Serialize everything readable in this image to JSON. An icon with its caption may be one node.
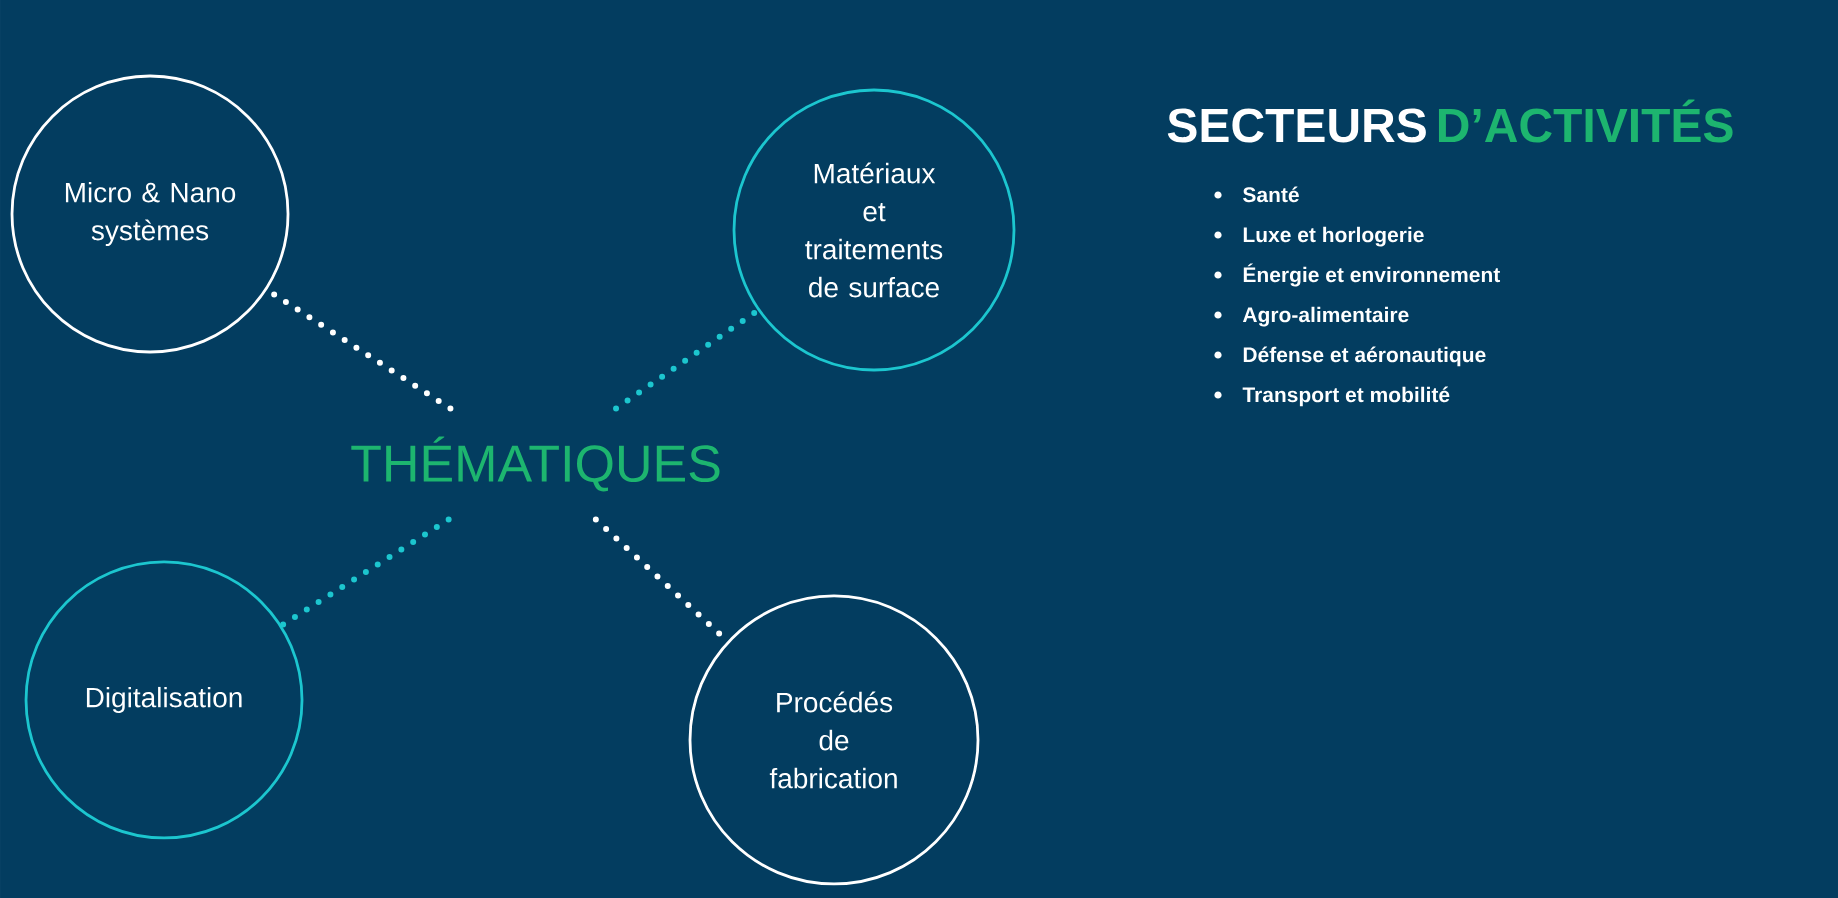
{
  "diagram": {
    "nodes": [
      {
        "text": [
          "THÉMATIQUES"
        ]
      },
      {
        "text": [
          "Micro & Nano systèmes"
        ]
      },
      {
        "text": [
          "Matériaux et traitements de surface"
        ]
      },
      {
        "text": [
          "Digitalisation"
        ]
      },
      {
        "text": [
          "Procédés de fabrication"
        ]
      }
    ],
    "edges": [
      {
        "from": 0,
        "to": 1,
        "arrow": "none",
        "color": "#ffffff"
      },
      {
        "from": 0,
        "to": 2,
        "arrow": "none",
        "color": "#1cc6cf"
      },
      {
        "from": 0,
        "to": 3,
        "arrow": "none",
        "color": "#1cc6cf"
      },
      {
        "from": 0,
        "to": 4,
        "arrow": "none",
        "color": "#ffffff"
      }
    ],
    "labels": [
      "SECTEURS",
      "D’ACTIVITÉS",
      "Santé",
      "Luxe et horlogerie",
      "Énergie et environnement",
      "Agro-alimentaire",
      "Défense et aéronautique",
      "Transport et mobilité"
    ]
  }
}
